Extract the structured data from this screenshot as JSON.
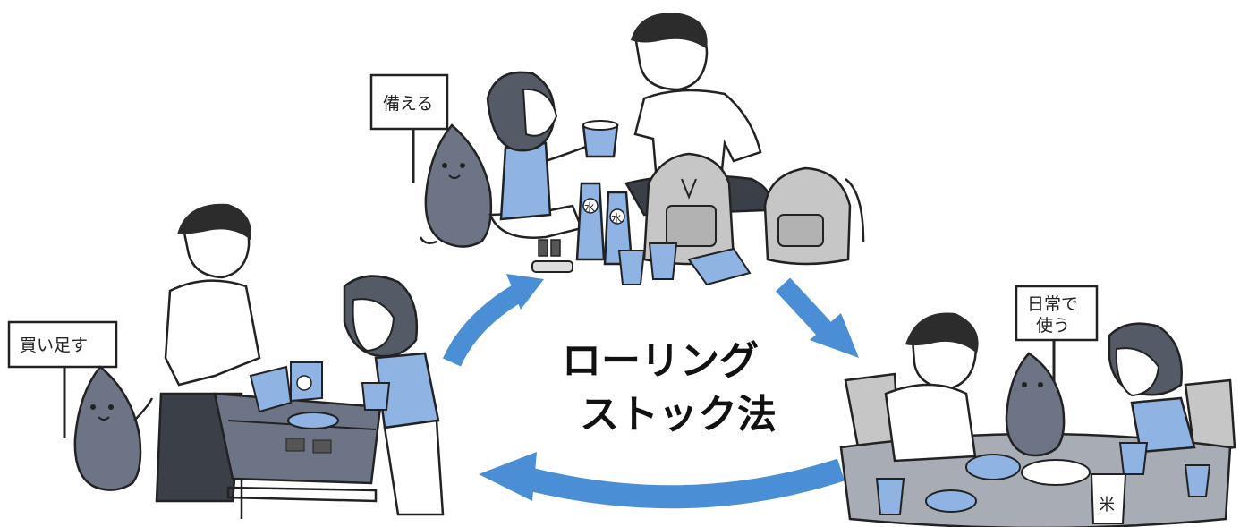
{
  "title": {
    "line1": "ローリング",
    "line2": "ストック法"
  },
  "signs": {
    "prepare": "備える",
    "use_line1": "日常で",
    "use_line2": "使う",
    "replenish": "買い足す"
  },
  "labels": {
    "water_kanji": "水",
    "rice_kanji": "米"
  },
  "colors": {
    "arrow": "#4a8fd6",
    "light_blue": "#8fb3e3",
    "mascot": "#6d7485",
    "gray_bag": "#c6c6c6",
    "hair": "#2c2c2c",
    "table_top": "#a8acb5"
  }
}
